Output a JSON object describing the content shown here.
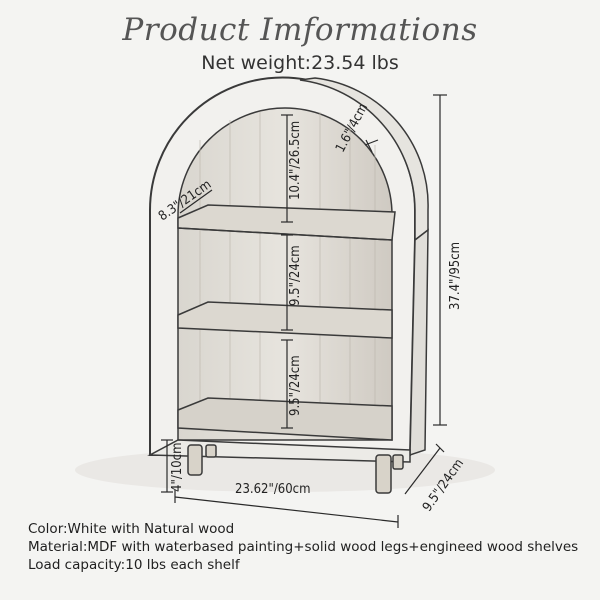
{
  "header": {
    "title": "Product Imformations",
    "net_weight": "Net weight:23.54 lbs"
  },
  "dimensions": {
    "top_gap": "10.4\"/26.5cm",
    "arch_thickness": "1.6\"/4cm",
    "side_depth": "8.3\"/21cm",
    "shelf_gap_middle": "9.5\"/24cm",
    "shelf_gap_bottom": "9.5\"/24cm",
    "total_height": "37.4\"/95cm",
    "leg_height": "4\"/10cm",
    "width": "23.62\"/60cm",
    "depth": "9.5\"/24cm"
  },
  "specs": {
    "color": "Color:White with Natural wood",
    "material": "Material:MDF with waterbased painting+solid wood legs+engineed wood shelves",
    "load": "Load capacity:10 lbs each shelf"
  }
}
